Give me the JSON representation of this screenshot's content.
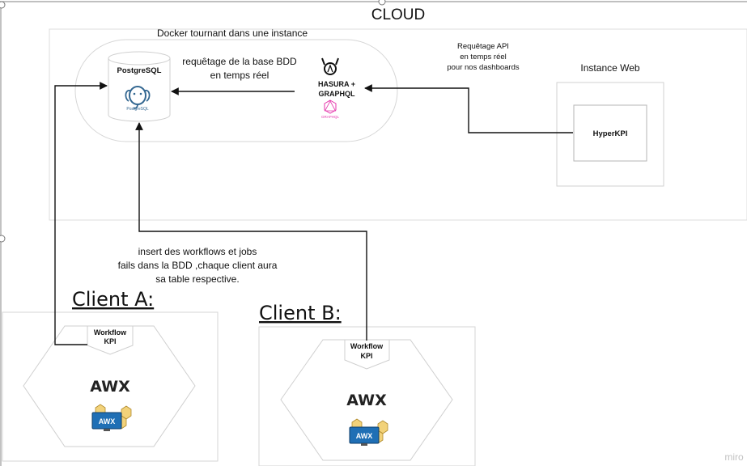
{
  "diagram": {
    "cloud_label": "CLOUD",
    "docker_label": "Docker tournant dans une instance",
    "postgres": {
      "title": "PostgreSQL",
      "logo_text": "PostgreSQL",
      "icon": "elephant-icon"
    },
    "hasura": {
      "line1": "HASURA +",
      "line2": "GRAPHQL",
      "logo_text": "GRAPHQL",
      "icon": "hasura-graphql-icon"
    },
    "query_db_label": {
      "line1": "requêtage de la base BDD",
      "line2": "en temps réel"
    },
    "api_label": {
      "line1": "Requêtage API",
      "line2": "en temps réel",
      "line3": "pour nos dashboards"
    },
    "instance_web": {
      "title": "Instance Web",
      "app": "HyperKPI"
    },
    "insert_label": {
      "line1": "insert des workflows et jobs",
      "line2": "fails dans la BDD ,chaque client aura",
      "line3": "sa table respective."
    },
    "client_a": {
      "title": "Client A:",
      "tag_line1": "Workflow",
      "tag_line2": "KPI",
      "product": "AWX",
      "icon_text": "AWX"
    },
    "client_b": {
      "title": "Client B:",
      "tag_line1": "Workflow",
      "tag_line2": "KPI",
      "product": "AWX",
      "icon_text": "AWX"
    },
    "watermark": "miro",
    "colors": {
      "line": "#111111",
      "border": "#d6d6d6",
      "postgres_blue": "#336791",
      "graphql_pink": "#e535ab",
      "awx_blue": "#1f6fb5",
      "awx_hex": "#f2d27a"
    }
  }
}
